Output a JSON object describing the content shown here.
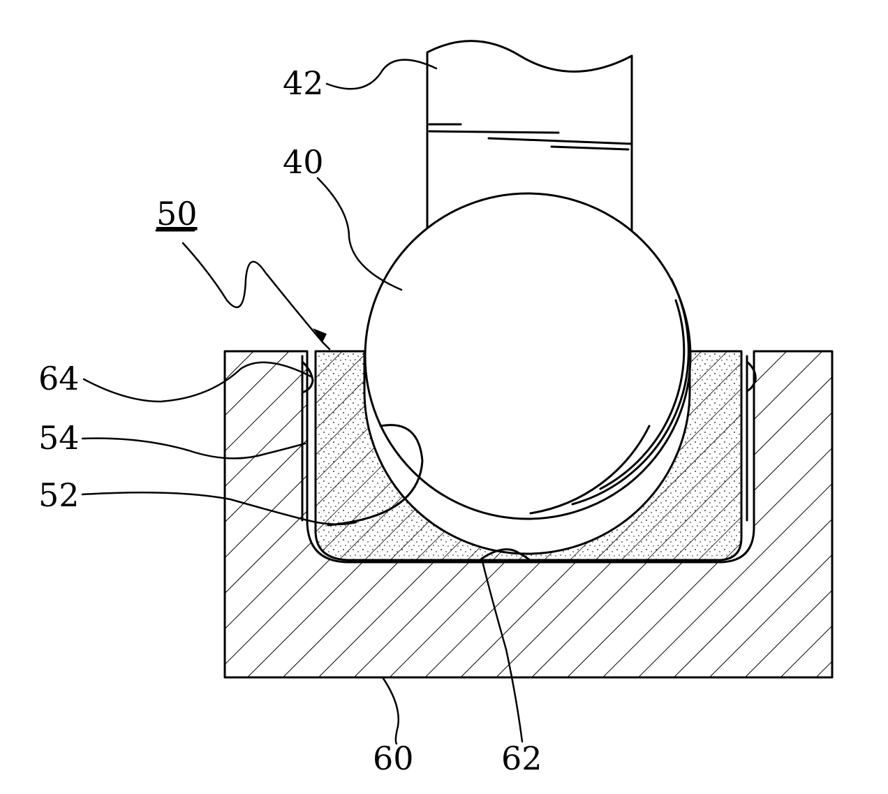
{
  "figure": {
    "labels": {
      "l42": "42",
      "l40": "40",
      "l50": "50",
      "l64": "64",
      "l54": "54",
      "l52": "52",
      "l60": "60",
      "l62": "62"
    },
    "colors": {
      "line": "#000000",
      "background": "#ffffff"
    }
  }
}
